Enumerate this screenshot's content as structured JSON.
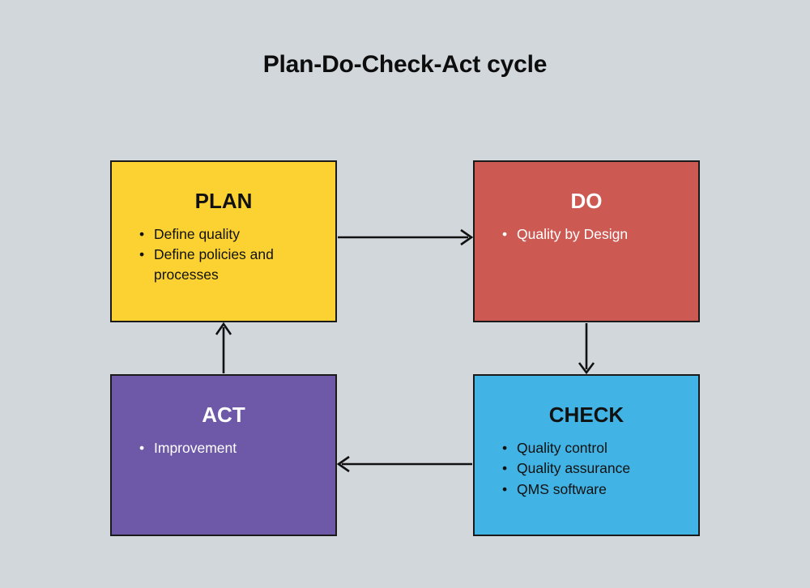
{
  "diagram": {
    "title": "Plan-Do-Check-Act cycle",
    "background_color": "#d2d7dc",
    "nodes": [
      {
        "id": "plan",
        "title": "PLAN",
        "color": "#fbd232",
        "text_color": "#111111",
        "bullet": "•",
        "items": [
          "Define quality",
          "Define policies and processes"
        ]
      },
      {
        "id": "do",
        "title": "DO",
        "color": "#cc5a53",
        "text_color": "#ffffff",
        "bullet": "•",
        "items": [
          "Quality by Design"
        ]
      },
      {
        "id": "act",
        "title": "ACT",
        "color": "#6e58a8",
        "text_color": "#ffffff",
        "bullet": "•",
        "items": [
          "Improvement"
        ]
      },
      {
        "id": "check",
        "title": "CHECK",
        "color": "#41b3e4",
        "text_color": "#111111",
        "bullet": "•",
        "items": [
          "Quality control",
          "Quality assurance",
          "QMS software"
        ]
      }
    ],
    "connectors": [
      {
        "id": "plan-to-do",
        "from": "plan",
        "to": "do",
        "direction": "right"
      },
      {
        "id": "do-to-check",
        "from": "do",
        "to": "check",
        "direction": "down"
      },
      {
        "id": "check-to-act",
        "from": "check",
        "to": "act",
        "direction": "left"
      },
      {
        "id": "act-to-plan",
        "from": "act",
        "to": "plan",
        "direction": "up"
      }
    ]
  }
}
